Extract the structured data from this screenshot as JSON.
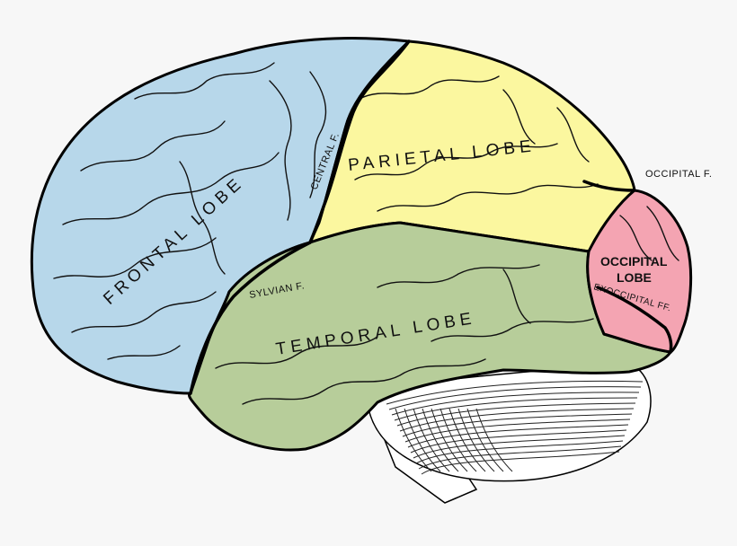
{
  "diagram": {
    "colors": {
      "background": "#f7f7f7",
      "frontal": "#b7d7ea",
      "parietal": "#fbf79f",
      "temporal": "#b7cd9a",
      "occipital": "#f4a4b2",
      "cerebellum": "#ffffff"
    },
    "labels": {
      "frontal_lobe": "FRONTAL LOBE",
      "parietal_lobe": "PARIETAL LOBE",
      "temporal_lobe": "TEMPORAL LOBE",
      "occipital_lobe_line1": "OCCIPITAL",
      "occipital_lobe_line2": "LOBE",
      "central_fissure": "CENTRAL F.",
      "sylvian_fissure": "SYLVIAN F.",
      "occipital_fissure": "OCCIPITAL F.",
      "exoccipital_fissure": "EXOCCIPITAL FF."
    }
  }
}
